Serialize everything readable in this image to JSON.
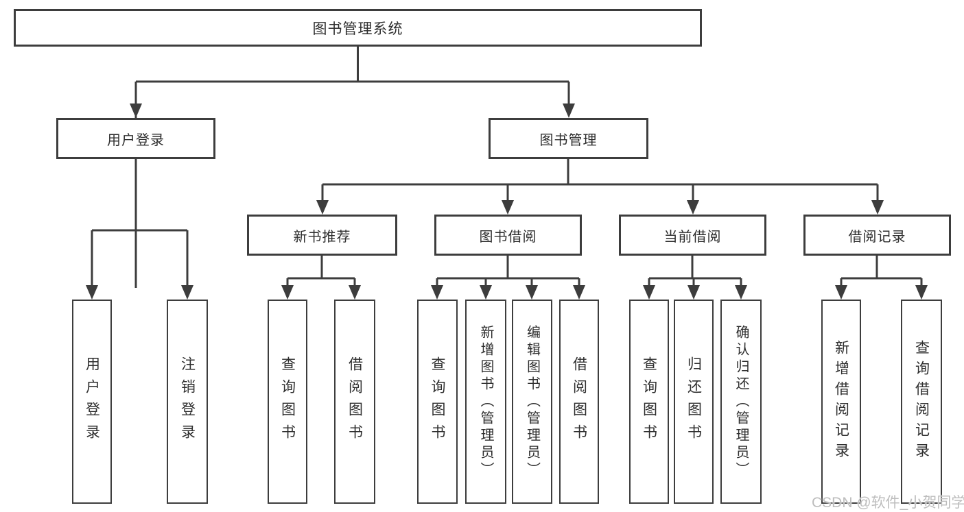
{
  "diagram": {
    "title": "图书管理系统",
    "tree": {
      "root": {
        "label": "图书管理系统"
      },
      "branches": [
        {
          "label": "用户登录",
          "children": [
            {
              "label": "用户登录"
            },
            {
              "label": "注销登录"
            }
          ]
        },
        {
          "label": "图书管理",
          "sections": [
            {
              "label": "新书推荐",
              "children": [
                {
                  "label": "查询图书"
                },
                {
                  "label": "借阅图书"
                }
              ]
            },
            {
              "label": "图书借阅",
              "children": [
                {
                  "label": "查询图书"
                },
                {
                  "label": "新增图书（管理员）"
                },
                {
                  "label": "编辑图书（管理员）"
                },
                {
                  "label": "借阅图书"
                }
              ]
            },
            {
              "label": "当前借阅",
              "children": [
                {
                  "label": "查询图书"
                },
                {
                  "label": "归还图书"
                },
                {
                  "label": "确认归还（管理员）"
                }
              ]
            },
            {
              "label": "借阅记录",
              "children": [
                {
                  "label": "新增借阅记录"
                },
                {
                  "label": "查询借阅记录"
                }
              ]
            }
          ]
        }
      ]
    },
    "watermark": "CSDN @软件_小贺同学",
    "colors": {
      "line": "#3d3d3d",
      "box_border": "#3d3d3d",
      "text": "#2e2e2e",
      "background": "#ffffff",
      "watermark": "#bdbdbd"
    }
  }
}
